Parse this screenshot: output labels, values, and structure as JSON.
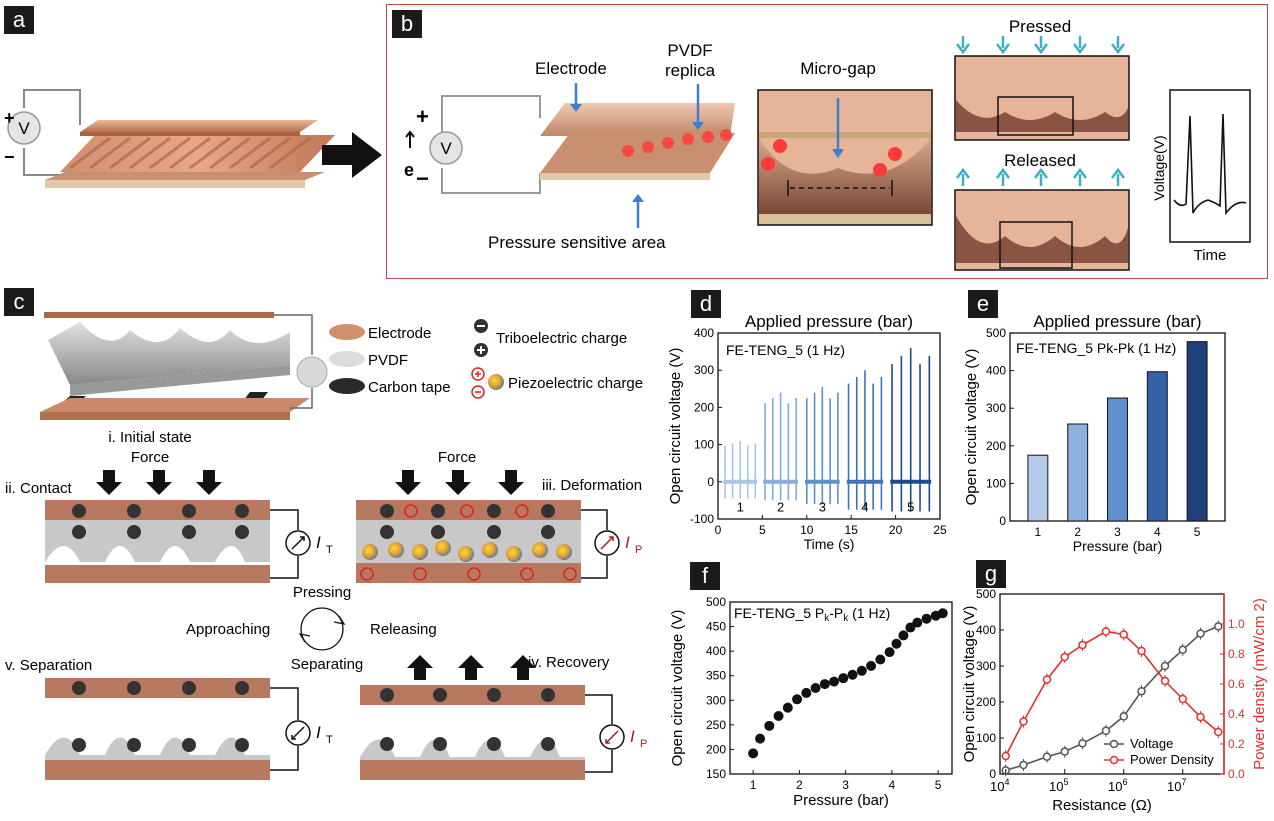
{
  "panels": {
    "a": "a",
    "b": "b",
    "c": "c",
    "d": "d",
    "e": "e",
    "f": "f",
    "g": "g"
  },
  "panel_a": {
    "plus": "+",
    "minus": "−",
    "meter": "V"
  },
  "panel_b": {
    "electrode": "Electrode",
    "pvdf_line1": "PVDF",
    "pvdf_line2": "replica",
    "pressure_area": "Pressure sensitive area",
    "micro_gap": "Micro-gap",
    "pressed": "Pressed",
    "released": "Released",
    "meter": "V",
    "electron": "e",
    "plus": "+",
    "minus": "−",
    "voltage_ylabel": "Voltage(V)",
    "voltage_xlabel": "Time"
  },
  "panel_c": {
    "legend": {
      "electrode": "Electrode",
      "pvdf": "PVDF",
      "carbon_tape": "Carbon tape",
      "tribo": "Triboelectric charge",
      "piezo": "Piezoelectric charge"
    },
    "initial_state": "i. Initial state",
    "force_left": "Force",
    "force_right": "Force",
    "contact": "ii. Contact",
    "deformation": "iii. Deformation",
    "pressing": "Pressing",
    "approaching": "Approaching",
    "releasing": "Releasing",
    "separating": "Separating",
    "separation": "v. Separation",
    "recovery": "iv. Recovery",
    "current_T": "I",
    "current_P": "I",
    "sub_T": "T",
    "sub_P": "P"
  },
  "colors": {
    "electrode": "#c08060",
    "pvdf": "#c8c8c8",
    "border_b": "#c04040",
    "red": "#e02020",
    "blue_arrow": "#3a7fd0",
    "teal_arrow": "#3ab0c8"
  },
  "chart_data": [
    {
      "id": "d",
      "type": "line",
      "title": "Applied pressure (bar)",
      "annotation": "FE-TENG_5 (1 Hz)",
      "xlabel": "Time (s)",
      "ylabel": "Open circuit voltage (V)",
      "xlim": [
        0,
        25
      ],
      "ylim": [
        -100,
        400
      ],
      "xticks": [
        0,
        5,
        10,
        15,
        20,
        25
      ],
      "yticks": [
        -100,
        0,
        100,
        200,
        300,
        400
      ],
      "groups": [
        {
          "label": "1",
          "t_start": 0.8,
          "t_end": 4.2,
          "peak": 110,
          "neg": -45,
          "color": "#a9c4e6"
        },
        {
          "label": "2",
          "t_start": 5.3,
          "t_end": 8.8,
          "peak": 240,
          "neg": -50,
          "color": "#86abdc"
        },
        {
          "label": "3",
          "t_start": 10.0,
          "t_end": 13.5,
          "peak": 255,
          "neg": -60,
          "color": "#5f8fcc"
        },
        {
          "label": "4",
          "t_start": 14.7,
          "t_end": 18.4,
          "peak": 300,
          "neg": -75,
          "color": "#3e72b8"
        },
        {
          "label": "5",
          "t_start": 19.6,
          "t_end": 23.8,
          "peak": 360,
          "neg": -80,
          "color": "#1f4a8a"
        }
      ]
    },
    {
      "id": "e",
      "type": "bar",
      "title": "Applied pressure (bar)",
      "annotation": "FE-TENG_5 Pk-Pk (1 Hz)",
      "xlabel": "Pressure (bar)",
      "ylabel": "Open circuit voltage (V)",
      "categories": [
        "1",
        "2",
        "3",
        "4",
        "5"
      ],
      "values": [
        175,
        258,
        327,
        397,
        477
      ],
      "colors": [
        "#b5cbea",
        "#8eb0de",
        "#5f8fcc",
        "#3563a8",
        "#1f3f7a"
      ],
      "ylim": [
        0,
        500
      ],
      "yticks": [
        0,
        100,
        200,
        300,
        400,
        500
      ]
    },
    {
      "id": "f",
      "type": "scatter",
      "annotation": "FE-TENG_5 Pk-Pk (1 Hz)",
      "annotation_main": "FE-TENG_5 P",
      "annotation_sub1": "k",
      "annotation_mid": "-P",
      "annotation_sub2": "k",
      "annotation_tail": " (1 Hz)",
      "xlabel": "Pressure (bar)",
      "ylabel": "Open circuit voltage (V)",
      "xlim": [
        0.5,
        5.3
      ],
      "ylim": [
        150,
        500
      ],
      "xticks": [
        1,
        2,
        3,
        4,
        5
      ],
      "yticks": [
        150,
        200,
        250,
        300,
        350,
        400,
        450,
        500
      ],
      "x": [
        1.0,
        1.15,
        1.35,
        1.55,
        1.75,
        1.95,
        2.15,
        2.35,
        2.55,
        2.75,
        2.95,
        3.15,
        3.35,
        3.55,
        3.75,
        3.95,
        4.1,
        4.25,
        4.4,
        4.55,
        4.75,
        4.95,
        5.1
      ],
      "y": [
        192,
        222,
        248,
        268,
        285,
        302,
        315,
        325,
        333,
        338,
        345,
        352,
        360,
        370,
        383,
        398,
        415,
        432,
        448,
        458,
        466,
        472,
        477
      ]
    },
    {
      "id": "g",
      "type": "line",
      "xlabel": "Resistance (Ω)",
      "ylabel": "Open  circuit voltage (V)",
      "ylabel2": "Power density (mW/cm 2)",
      "xscale": "log",
      "xlim": [
        8000,
        50000000
      ],
      "ylim": [
        0,
        500
      ],
      "ylim2": [
        0,
        1.2
      ],
      "yticks": [
        0,
        100,
        200,
        300,
        400,
        500
      ],
      "yticks2": [
        0.0,
        0.2,
        0.4,
        0.6,
        0.8,
        1.0
      ],
      "xtick_base": "10",
      "xtick_exps": [
        "4",
        "5",
        "6",
        "7"
      ],
      "series": [
        {
          "name": "Voltage",
          "color": "#555555",
          "axis": "left",
          "x": [
            10000,
            20000,
            50000,
            100000,
            200000,
            500000,
            1000000,
            2000000,
            5000000,
            10000000,
            20000000,
            40000000
          ],
          "y": [
            10,
            25,
            48,
            62,
            85,
            120,
            160,
            230,
            300,
            345,
            390,
            410
          ]
        },
        {
          "name": "Power Density",
          "color": "#e03030",
          "axis": "right",
          "x": [
            10000,
            20000,
            50000,
            100000,
            200000,
            500000,
            1000000,
            2000000,
            5000000,
            10000000,
            20000000,
            40000000
          ],
          "y": [
            0.12,
            0.35,
            0.63,
            0.78,
            0.86,
            0.95,
            0.93,
            0.82,
            0.62,
            0.5,
            0.38,
            0.28
          ]
        }
      ]
    }
  ]
}
